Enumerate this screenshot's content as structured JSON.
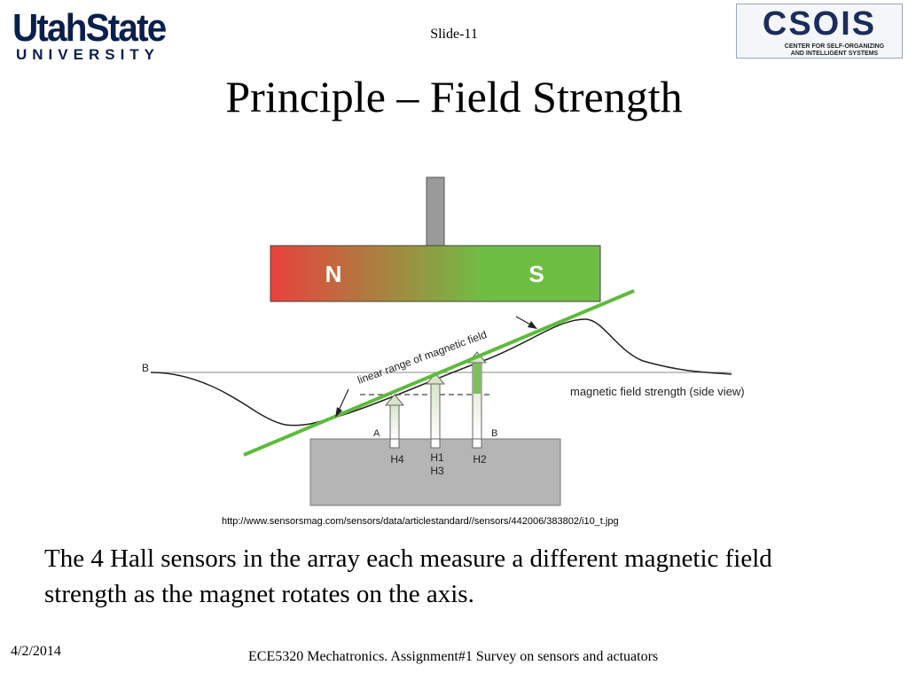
{
  "header": {
    "usu_logo": {
      "line1": "UtahState",
      "line2": "UNIVERSITY"
    },
    "csois_logo": {
      "name": "CSOIS",
      "tagline_line1": "CENTER FOR SELF-ORGANIZING",
      "tagline_line2": "AND INTELLIGENT SYSTEMS"
    },
    "slide_number": "Slide-11"
  },
  "title": "Principle – Field Strength",
  "diagram": {
    "magnet_north": "N",
    "magnet_south": "S",
    "label_B_left": "B",
    "linear_range_label": "linear range of magnetic field",
    "field_strength_label": "magnetic field strength (side view)",
    "label_A": "A",
    "label_B_right": "B",
    "sensor_H4": "H4",
    "sensor_H1": "H1",
    "sensor_H3": "H3",
    "sensor_H2": "H2",
    "colors": {
      "north": "#e8413c",
      "south": "#6fbe44",
      "line": "#5dbb3a",
      "sensor_block": "#b5b5b5",
      "shaft": "#9a9a9a"
    }
  },
  "source_url": "http://www.sensorsmag.com/sensors/data/articlestandard//sensors/442006/383802/i10_t.jpg",
  "body_text": "The 4 Hall sensors in the array each measure a different magnetic field strength as the magnet rotates on the axis.",
  "footer": {
    "date": "4/2/2014",
    "course": "ECE5320 Mechatronics. Assignment#1 Survey on sensors and actuators"
  }
}
